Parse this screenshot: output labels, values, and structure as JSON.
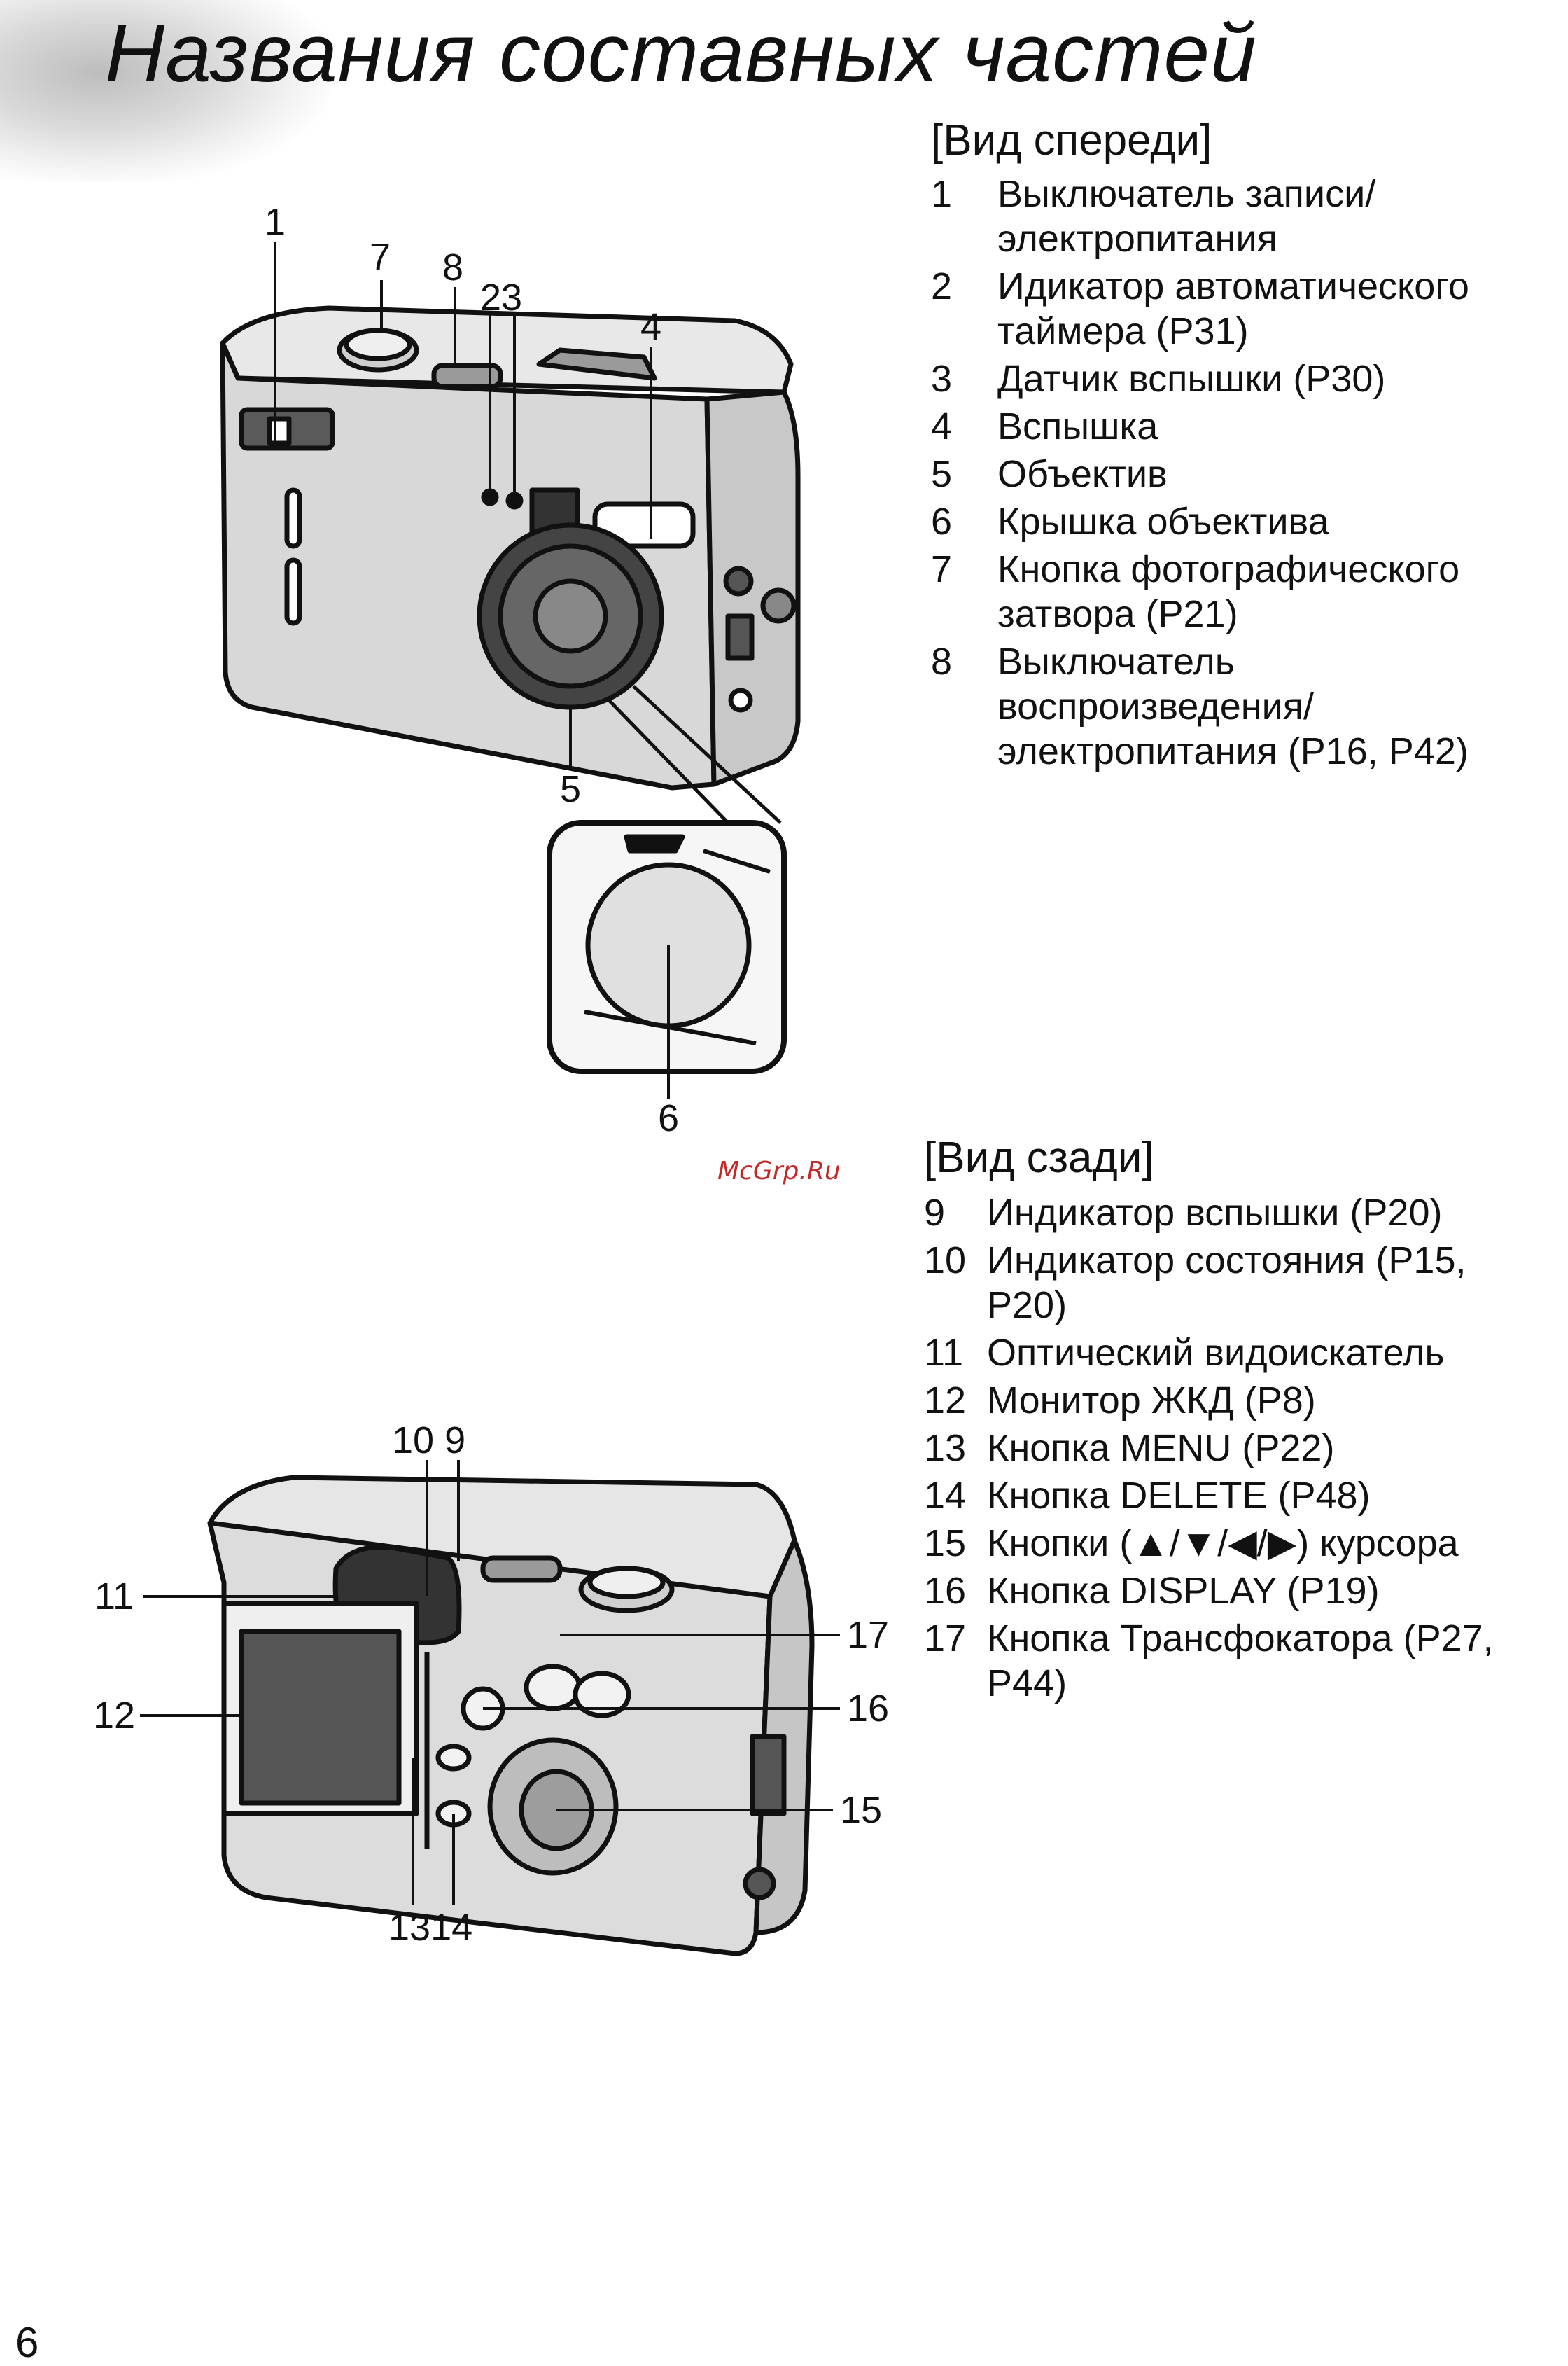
{
  "title": "Названия составных частей",
  "front": {
    "heading": "[Вид спереди]",
    "items": [
      {
        "num": "1",
        "label": "Выключатель записи/ электропитания"
      },
      {
        "num": "2",
        "label": "Идикатор автоматического таймера (P31)"
      },
      {
        "num": "3",
        "label": "Датчик вспышки (P30)"
      },
      {
        "num": "4",
        "label": "Вспышка"
      },
      {
        "num": "5",
        "label": "Объектив"
      },
      {
        "num": "6",
        "label": "Крышка объектива"
      },
      {
        "num": "7",
        "label": "Кнопка фотографического затвора (P21)"
      },
      {
        "num": "8",
        "label": "Выключатель воспроизведения/ электропитания (P16, P42)"
      }
    ],
    "callouts": {
      "c1": "1",
      "c7": "7",
      "c8": "8",
      "c23": "23",
      "c4": "4",
      "c5": "5",
      "c6": "6"
    }
  },
  "rear": {
    "heading": "[Вид сзади]",
    "items": [
      {
        "num": "9",
        "label": "Индикатор вспышки (P20)"
      },
      {
        "num": "10",
        "label": "Индикатор состояния (P15, P20)"
      },
      {
        "num": "11",
        "label": "Оптический видоискатель"
      },
      {
        "num": "12",
        "label": "Монитор ЖКД (P8)"
      },
      {
        "num": "13",
        "label": "Кнопка MENU (P22)"
      },
      {
        "num": "14",
        "label": "Кнопка DELETE (P48)"
      },
      {
        "num": "15",
        "label": "Кнопки (▲/▼/◀/▶) курсора"
      },
      {
        "num": "16",
        "label": "Кнопка DISPLAY (P19)"
      },
      {
        "num": "17",
        "label": "Кнопка Трансфокатора (P27, P44)"
      }
    ],
    "callouts": {
      "c109": "10 9",
      "c11": "11",
      "c12": "12",
      "c17": "17",
      "c16": "16",
      "c15": "15",
      "c1314": "1314"
    }
  },
  "watermark": "McGrp.Ru",
  "page_number": "6"
}
